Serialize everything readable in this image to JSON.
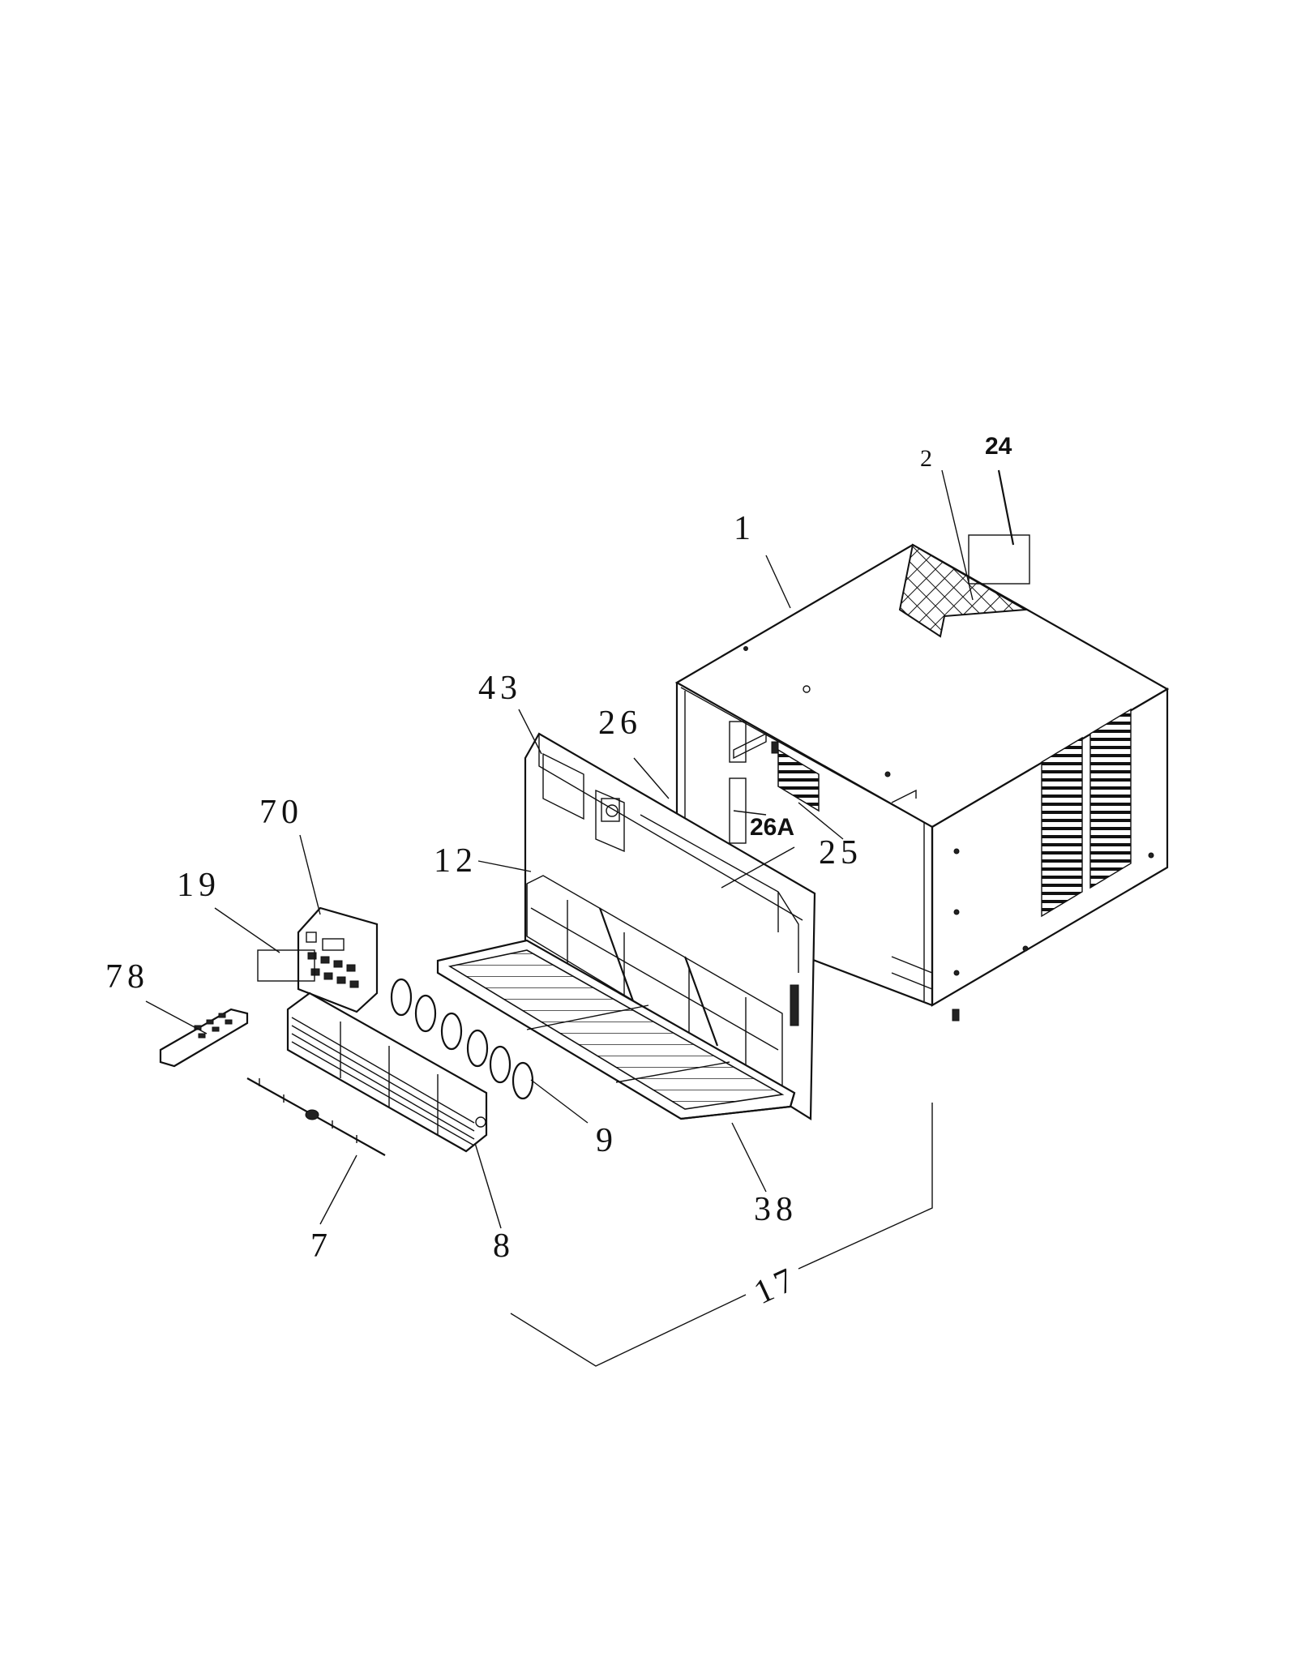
{
  "diagram": {
    "callouts": [
      {
        "id": "label-1",
        "text": "1"
      },
      {
        "id": "label-2",
        "text": "2"
      },
      {
        "id": "label-24",
        "text": "24"
      },
      {
        "id": "label-43",
        "text": "43"
      },
      {
        "id": "label-26",
        "text": "26"
      },
      {
        "id": "label-70",
        "text": "70"
      },
      {
        "id": "label-12",
        "text": "12"
      },
      {
        "id": "label-19",
        "text": "19"
      },
      {
        "id": "label-26a",
        "text": "26A"
      },
      {
        "id": "label-25",
        "text": "25"
      },
      {
        "id": "label-78",
        "text": "78"
      },
      {
        "id": "label-9",
        "text": "9"
      },
      {
        "id": "label-38",
        "text": "38"
      },
      {
        "id": "label-7",
        "text": "7"
      },
      {
        "id": "label-8",
        "text": "8"
      },
      {
        "id": "label-17",
        "text": "17"
      }
    ]
  }
}
